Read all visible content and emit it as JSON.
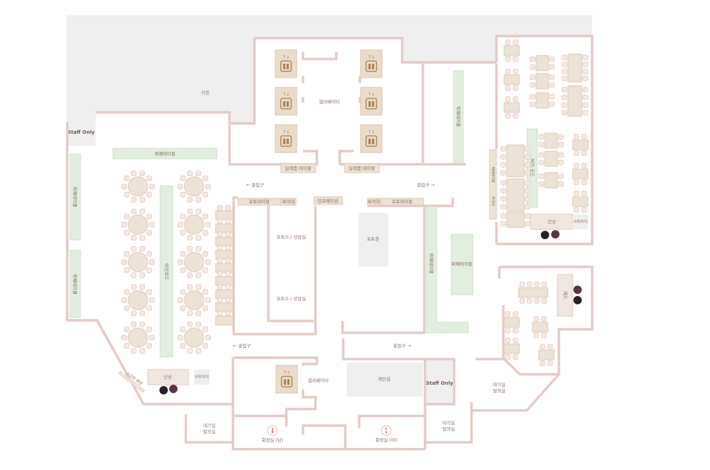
{
  "colors": {
    "wall": "#e3cbc6",
    "buffet": "#e1eee0",
    "table": "#ece2d5",
    "kitchen": "#efefef",
    "text": "#8a6a60"
  },
  "labels": {
    "kitchen": "키친",
    "staff_only": "Staff Only",
    "buffet_table": "뷔페테이블",
    "elevator": "엘리베이터",
    "gift_table": "답례품 테이블",
    "entrance_left": "← 출입구",
    "entrance_right": "출입구 →",
    "photo_table": "포토테이블",
    "congrats_desk": "축의대",
    "information": "인포메이션",
    "office": "오피스 / 상담실",
    "photo_zone": "포토존",
    "virgin_road": "버진로드",
    "virgin_road_short": "버진 로드",
    "stage": "단상",
    "mc_seat": "사회자석",
    "screen": "스크린 화면",
    "head_table": "헤드",
    "stairs": "계단실",
    "waiting_room": "대기실",
    "dressing_room": "탈의실",
    "restroom_men": "화장실 (남)",
    "restroom_women": "화장실 (여)"
  }
}
